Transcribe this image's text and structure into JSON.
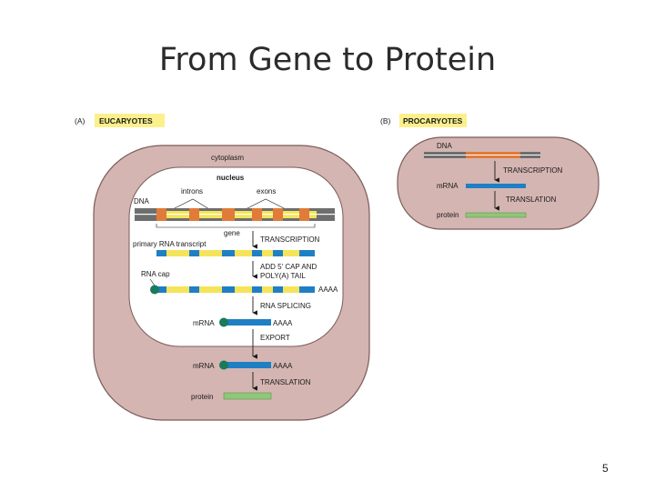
{
  "slide": {
    "title": "From Gene to Protein",
    "page_number": "5"
  },
  "eukaryotes": {
    "tag": "(A)",
    "label": "EUCARYOTES",
    "cytoplasm": "cytoplasm",
    "nucleus": "nucleus",
    "dna": "DNA",
    "introns": "introns",
    "exons": "exons",
    "gene": "gene",
    "transcription": "TRANSCRIPTION",
    "primary_transcript": "primary RNA transcript",
    "rna_cap": "RNA cap",
    "add_cap_line1": "ADD 5' CAP AND",
    "add_cap_line2": "POLY(A) TAIL",
    "poly_a_1": "AAAA",
    "splicing": "RNA SPLICING",
    "mrna_1": "mRNA",
    "poly_a_2": "AAAA",
    "export": "EXPORT",
    "mrna_2": "mRNA",
    "poly_a_3": "AAAA",
    "translation": "TRANSLATION",
    "protein": "protein"
  },
  "prokaryotes": {
    "tag": "(B)",
    "label": "PROCARYOTES",
    "dna": "DNA",
    "transcription": "TRANSCRIPTION",
    "mrna": "mRNA",
    "translation": "TRANSLATION",
    "protein": "protein"
  },
  "colors": {
    "cell": "#d4b5b2",
    "cell_border": "#7a5c59",
    "nucleus": "#ffffff",
    "label_bg": "#fbf08c",
    "exon": "#e07b39",
    "intron_yellow": "#f5e45a",
    "rna_blue": "#1f7fc4",
    "cap_green": "#1a7a5a",
    "protein_green": "#8fc77a",
    "dna_grey": "#6e6e6e"
  }
}
